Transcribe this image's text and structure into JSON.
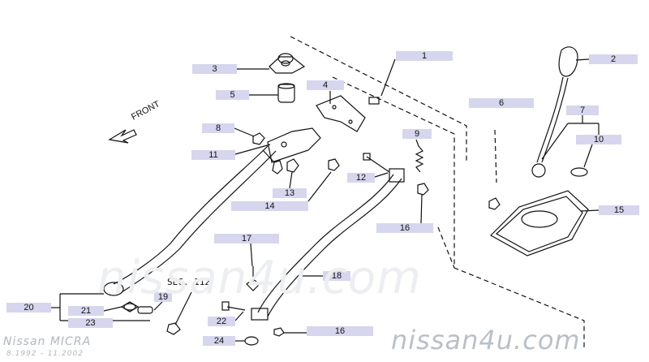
{
  "callouts": [
    {
      "id": "c1",
      "text": "1"
    },
    {
      "id": "c2",
      "text": "2"
    },
    {
      "id": "c3",
      "text": "3"
    },
    {
      "id": "c4",
      "text": "4"
    },
    {
      "id": "c5",
      "text": "5"
    },
    {
      "id": "c6",
      "text": "6"
    },
    {
      "id": "c7",
      "text": "7"
    },
    {
      "id": "c8",
      "text": "8"
    },
    {
      "id": "c9",
      "text": "9"
    },
    {
      "id": "c10",
      "text": "10"
    },
    {
      "id": "c11",
      "text": "11"
    },
    {
      "id": "c12",
      "text": "12"
    },
    {
      "id": "c13",
      "text": "13"
    },
    {
      "id": "c14",
      "text": "14"
    },
    {
      "id": "c15",
      "text": "15"
    },
    {
      "id": "c16a",
      "text": "16"
    },
    {
      "id": "c16b",
      "text": "16"
    },
    {
      "id": "c17",
      "text": "17"
    },
    {
      "id": "c18",
      "text": "18"
    },
    {
      "id": "c19",
      "text": "19"
    },
    {
      "id": "c20",
      "text": "20"
    },
    {
      "id": "c21",
      "text": "21"
    },
    {
      "id": "c22",
      "text": "22"
    },
    {
      "id": "c23",
      "text": "23"
    },
    {
      "id": "c24",
      "text": "24"
    }
  ],
  "labels": {
    "front": "FRONT",
    "section_ref": "SEC. 112",
    "model_name": "Nissan MICRA",
    "model_years": "8.1992 – 11.2002",
    "watermark_main": "nissan4u.com",
    "watermark_bg": "nissan4u.com"
  },
  "colors": {
    "callout_bg": "#d6d6ee",
    "ink": "#111111",
    "watermark": "#cfd5dc"
  }
}
